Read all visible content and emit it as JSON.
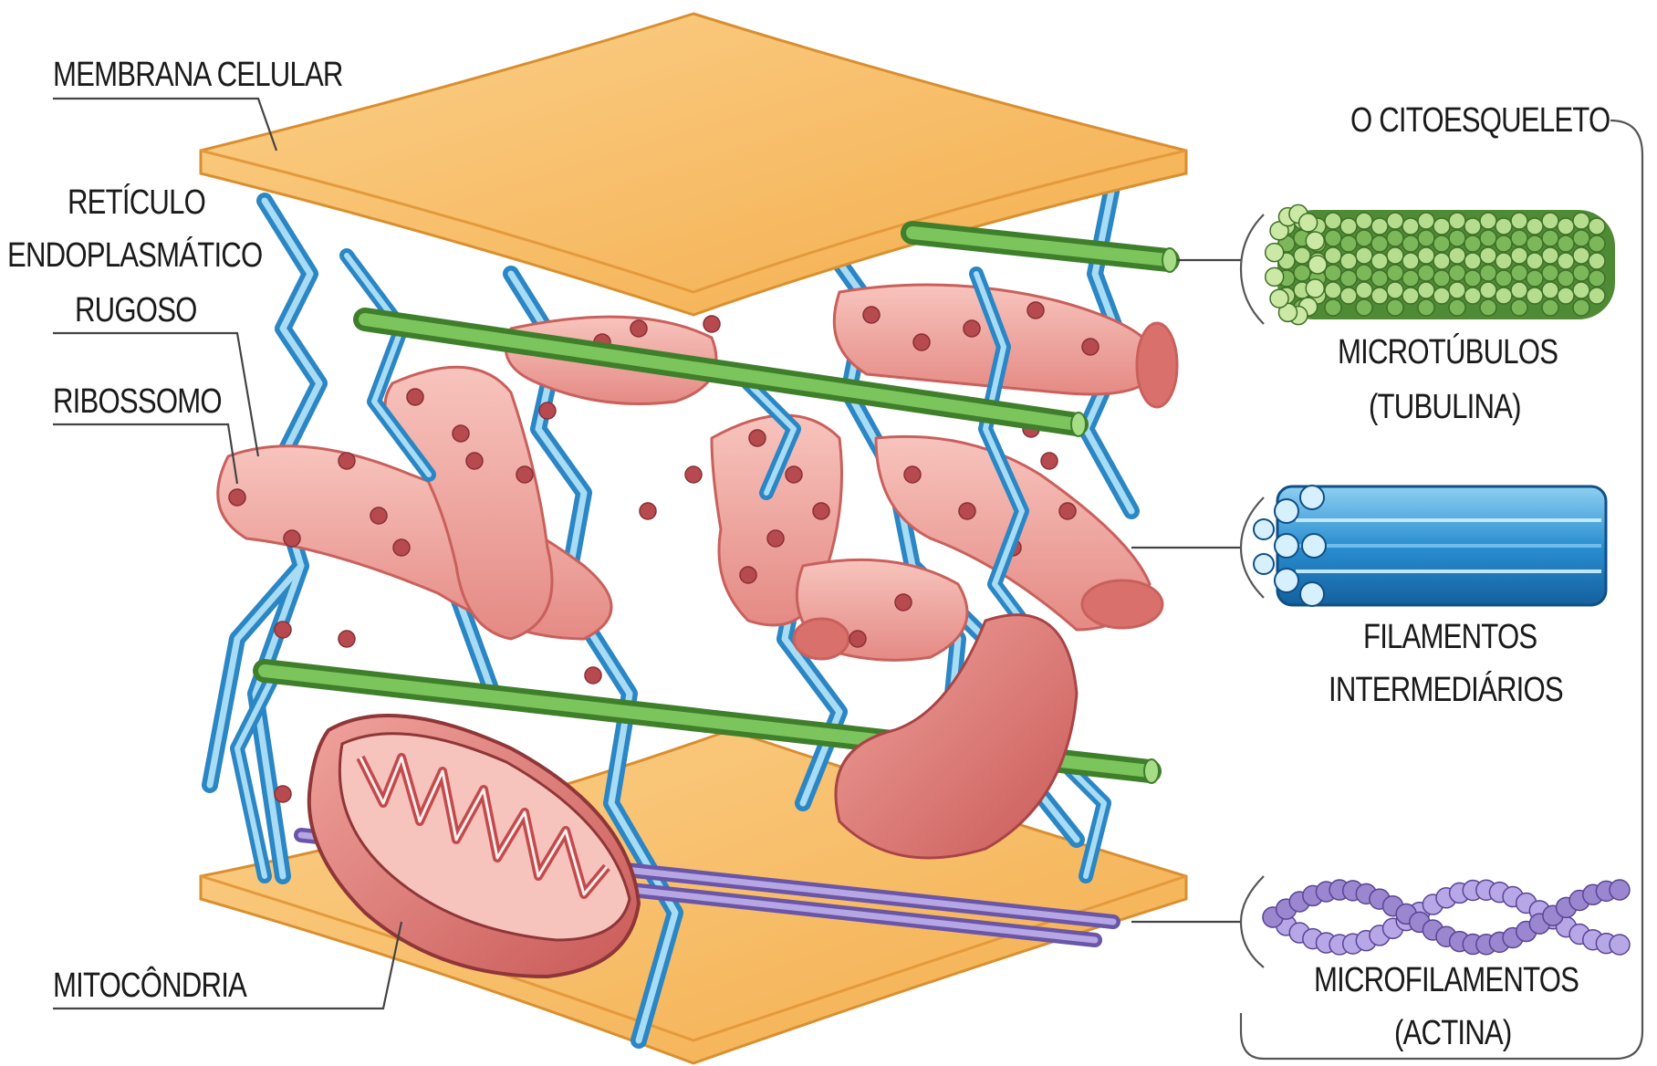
{
  "labels": {
    "membrana_celular": "MEMBRANA CELULAR",
    "reticulo_1": "RETÍCULO",
    "reticulo_2": "ENDOPLASMÁTICO",
    "reticulo_3": "RUGOSO",
    "ribossomo": "RIBOSSOMO",
    "mitocondria": "MITOCÔNDRIA",
    "citoesqueleto": "O CITOESQUELETO",
    "microtubulos_1": "MICROTÚBULOS",
    "microtubulos_2": "(TUBULINA)",
    "filamentos_1": "FILAMENTOS",
    "filamentos_2": "INTERMEDIÁRIOS",
    "microfilamentos_1": "MICROFILAMENTOS",
    "microfilamentos_2": "(ACTINA)"
  },
  "colors": {
    "membrane": "#f6b95a",
    "membrane_edge": "#e49a3c",
    "reticulum": "#f0a8a2",
    "reticulum_dark": "#d9706c",
    "ribosome": "#b64a4f",
    "microtubule": "#6aa84f",
    "intermediate": "#1f7fc4",
    "network": "#4aa3d8",
    "actin": "#9b86d0",
    "mitochondrion": "#e07a74"
  }
}
